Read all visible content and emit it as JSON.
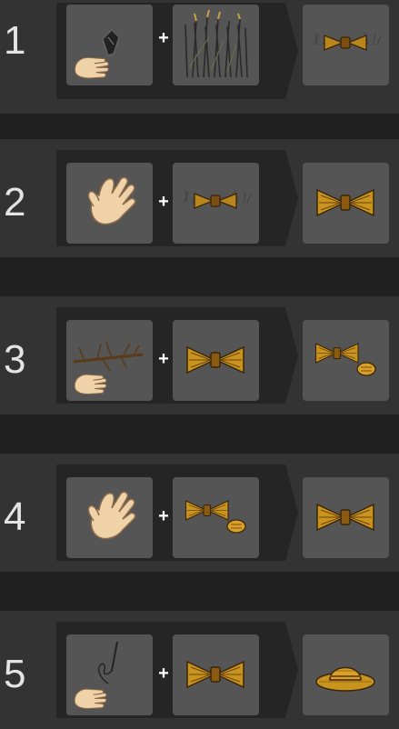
{
  "steps": [
    {
      "number": "1",
      "ingredient_1": [
        "hand-icon",
        "flint-icon"
      ],
      "ingredient_2": "grass-tuft-icon",
      "result": "cut-grass-icon"
    },
    {
      "number": "2",
      "ingredient_1": [
        "hand-icon"
      ],
      "ingredient_2": "cut-grass-icon",
      "result": "grass-bundle-icon"
    },
    {
      "number": "3",
      "ingredient_1": [
        "hand-icon",
        "twig-icon"
      ],
      "ingredient_2": "grass-bundle-icon",
      "result": "grass-bundle-with-seed-icon"
    },
    {
      "number": "4",
      "ingredient_1": [
        "hand-icon"
      ],
      "ingredient_2": "grass-bundle-with-seed-icon",
      "result": "grass-bundle-icon"
    },
    {
      "number": "5",
      "ingredient_1": [
        "hand-icon",
        "needle-thread-icon"
      ],
      "ingredient_2": "grass-bundle-icon",
      "result": "straw-hat-icon"
    }
  ],
  "plus_sign": "+",
  "colors": {
    "background": "#202020",
    "row": "#333333",
    "panel": "#252525",
    "slot": "#555555",
    "straw": "#c8941e",
    "skin": "#f0d2a8"
  }
}
